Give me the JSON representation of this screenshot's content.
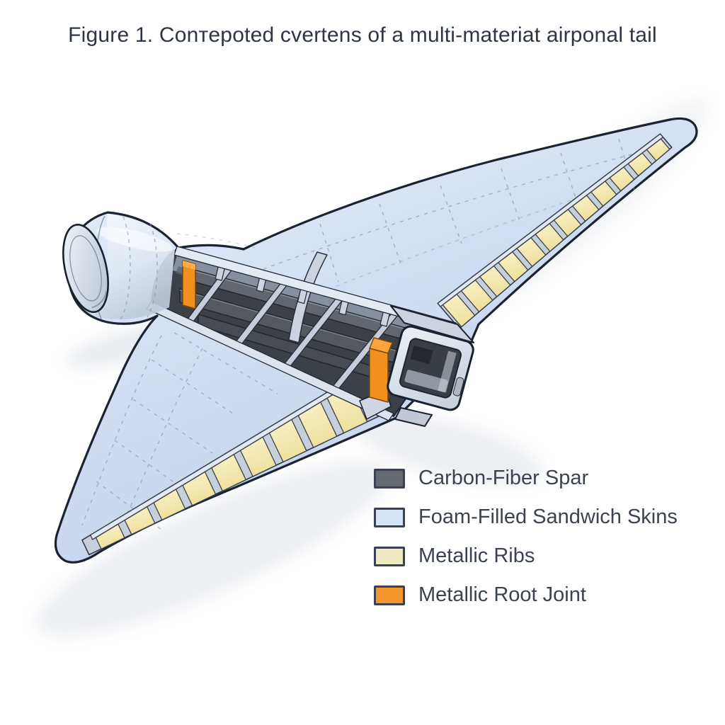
{
  "figure": {
    "title": "Figure 1. Conтepoted cvertens of a multi-materiat airponal tail"
  },
  "legend": {
    "items": [
      {
        "label": "Carbon-Fiber Spar",
        "color": "#64686f"
      },
      {
        "label": "Foam-Filled Sandwich Skins",
        "color": "#d6e4f8"
      },
      {
        "label": "Metallic Ribs",
        "color": "#f1ebc4"
      },
      {
        "label": "Metallic Root Joint",
        "color": "#f5952e"
      }
    ]
  }
}
